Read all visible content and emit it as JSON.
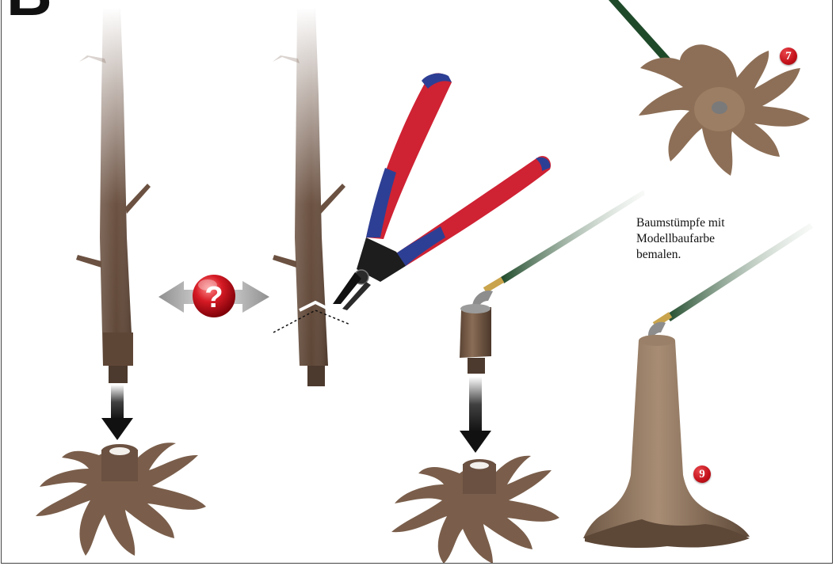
{
  "step_letter": "B",
  "caption": "Baumstümpfe mit\nModellbaufarbe\nbemalen.",
  "badges": {
    "seven": "7",
    "nine": "9"
  },
  "question_mark": "?",
  "colors": {
    "trunk": "#6b5141",
    "stump": "#7a5e4b",
    "handle_red": "#cf2233",
    "handle_blue": "#2d3f94",
    "brush_green": "#1f4a2a",
    "badge_red": "#c3111a"
  },
  "icons": [
    "question-icon",
    "double-arrow-icon",
    "down-arrow-icon",
    "pliers-icon",
    "paintbrush-icon"
  ]
}
